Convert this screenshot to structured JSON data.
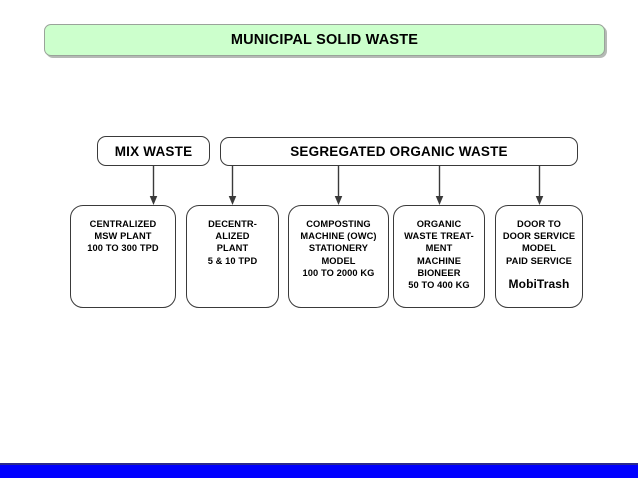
{
  "slide": {
    "title": "MUNICIPAL SOLID WASTE",
    "title_fill": "#CCFFCC",
    "accent_bar_color": "#0000FF",
    "accent_rule_color": "#2B2B8F"
  },
  "categories": [
    {
      "id": "mix",
      "label": "MIX WASTE"
    },
    {
      "id": "segregated",
      "label": "SEGREGATED ORGANIC WASTE"
    }
  ],
  "options": [
    {
      "id": "centralized-msw-plant",
      "text": "CENTRALIZED\nMSW PLANT\n100 TO 300 TPD",
      "extra": ""
    },
    {
      "id": "decentralized-plant",
      "text": "DECENTR-\nALIZED\nPLANT\n5 & 10 TPD",
      "extra": ""
    },
    {
      "id": "composting-machine-owc",
      "text": "COMPOSTING\nMACHINE (OWC)\nSTATIONERY\nMODEL\n100 TO 2000 KG",
      "extra": ""
    },
    {
      "id": "organic-waste-treatment-machine",
      "text": "ORGANIC\nWASTE TREAT-\nMENT\nMACHINE\nBIONEER\n50 TO 400 KG",
      "extra": ""
    },
    {
      "id": "door-to-door-service",
      "text": "DOOR TO\nDOOR SERVICE\nMODEL\nPAID SERVICE",
      "extra": "MobiTrash"
    }
  ]
}
